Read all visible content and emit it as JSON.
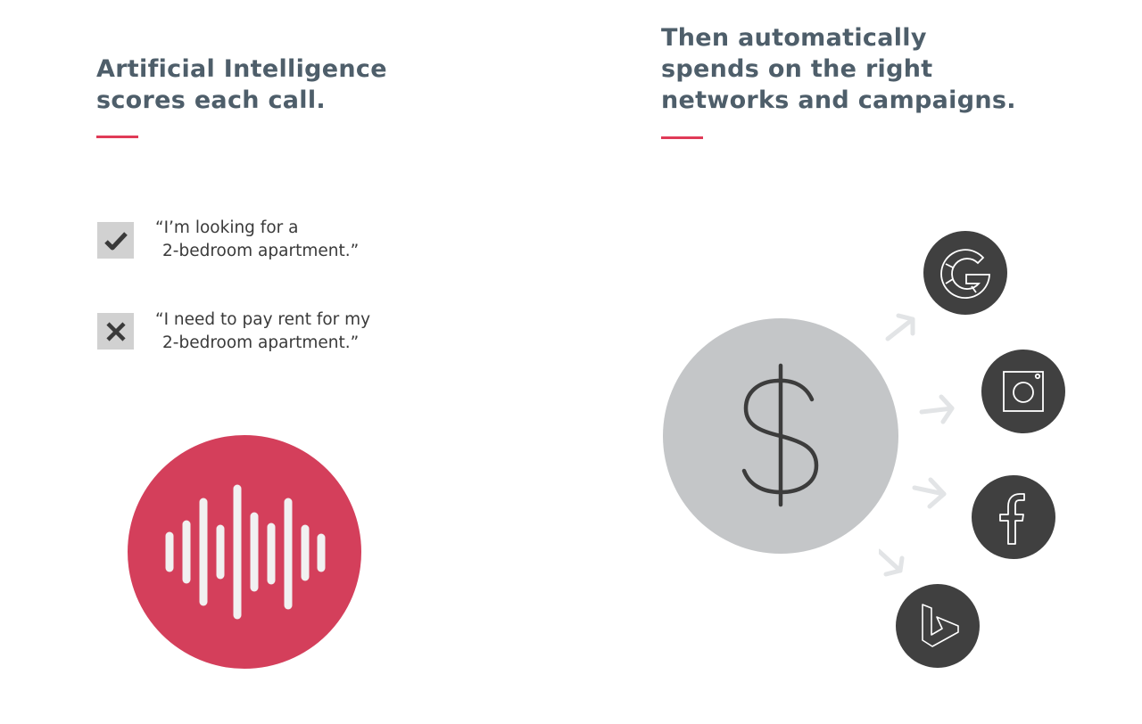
{
  "left": {
    "heading": [
      "Artificial Intelligence",
      "scores each call."
    ],
    "accent_color": "#e03a57",
    "examples": [
      {
        "status": "approved",
        "icon": "check-icon",
        "lines": [
          "“I’m looking for a",
          "2-bedroom apartment.”"
        ]
      },
      {
        "status": "rejected",
        "icon": "x-icon",
        "lines": [
          "“I need to pay rent for my",
          "2-bedroom apartment.”"
        ]
      }
    ],
    "audio_icon": {
      "name": "sound-wave-icon",
      "color": "#d43f5b",
      "bar_color": "#f1f1f1"
    }
  },
  "right": {
    "heading": [
      "Then automatically",
      "spends on the right",
      "networks and campaigns."
    ],
    "accent_color": "#e03a57",
    "money_icon": {
      "name": "dollar-icon",
      "symbol": "$",
      "color": "#c4c6c8"
    },
    "networks": [
      {
        "name": "Google",
        "icon": "google-icon"
      },
      {
        "name": "Instagram",
        "icon": "instagram-icon"
      },
      {
        "name": "Facebook",
        "icon": "facebook-icon"
      },
      {
        "name": "Bing",
        "icon": "bing-icon"
      }
    ],
    "network_circle_color": "#404040",
    "arrow_color": "#e2e4e6"
  }
}
